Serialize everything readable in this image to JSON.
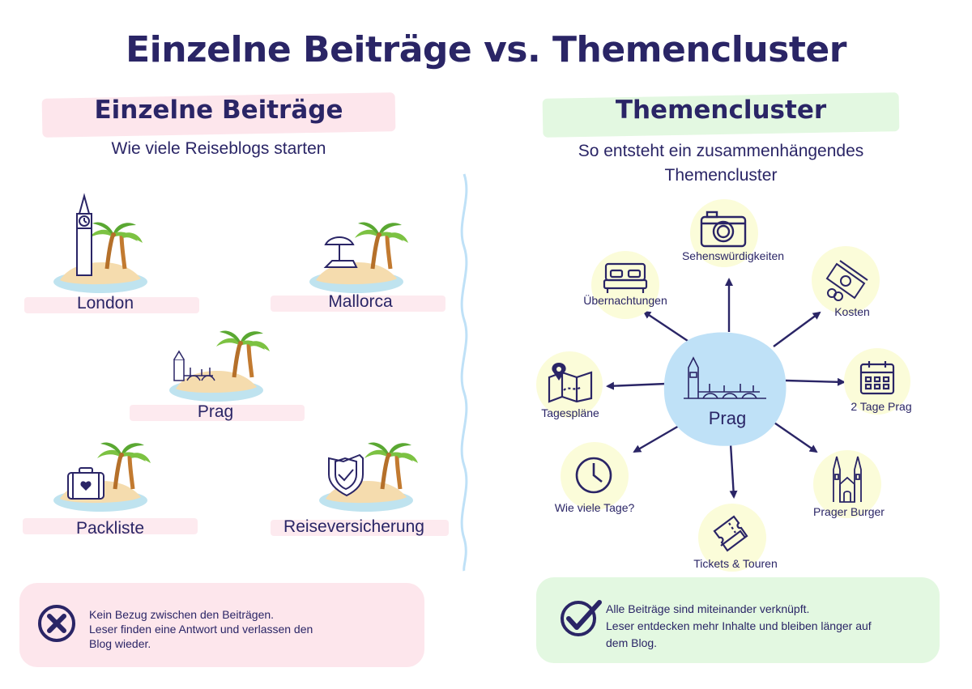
{
  "title": "Einzelne Beiträge vs. Themencluster",
  "left": {
    "heading": "Einzelne Beiträge",
    "subtitle": "Wie viele Reiseblogs starten",
    "islands": [
      {
        "label": "London",
        "icon": "big-ben-icon"
      },
      {
        "label": "Mallorca",
        "icon": "beach-chair-icon"
      },
      {
        "label": "Prag",
        "icon": "prague-bridge-icon"
      },
      {
        "label": "Packliste",
        "icon": "suitcase-icon"
      },
      {
        "label": "Reiseversicherung",
        "icon": "shield-check-icon"
      }
    ],
    "summary_line1": "Kein Bezug zwischen den Beiträgen.",
    "summary_line2": "Leser finden eine Antwort und verlassen den",
    "summary_line3": "Blog wieder.",
    "summary_icon": "x-circle-icon"
  },
  "right": {
    "heading": "Themencluster",
    "subtitle_line1": "So entsteht ein zusammenhängendes",
    "subtitle_line2": "Themencluster",
    "center": {
      "label": "Prag",
      "icon": "prague-skyline-icon"
    },
    "nodes": [
      {
        "label": "Sehenswürdigkeiten",
        "icon": "camera-icon"
      },
      {
        "label": "Kosten",
        "icon": "money-icon"
      },
      {
        "label": "2 Tage Prag",
        "icon": "calendar-icon"
      },
      {
        "label": "Prager Burger",
        "icon": "church-icon"
      },
      {
        "label": "Tickets & Touren",
        "icon": "ticket-icon"
      },
      {
        "label": "Wie viele Tage?",
        "icon": "clock-icon"
      },
      {
        "label": "Tagespläne",
        "icon": "map-icon"
      },
      {
        "label": "Übernachtungen",
        "icon": "bed-icon"
      }
    ],
    "summary_line1": "Alle Beiträge sind miteinander verknüpft.",
    "summary_line2": "Leser entdecken mehr Inhalte und bleiben länger auf",
    "summary_line3": "dem Blog.",
    "summary_icon": "check-circle-icon"
  },
  "colors": {
    "text": "#2a2566",
    "pink": "#fde6ec",
    "green": "#e3f8e1",
    "blue_blob": "#bfe1f7",
    "node_circle": "#fbfcd9",
    "sand": "#f5dcae",
    "water": "#bfe3ef",
    "palm_green": "#7cc242",
    "trunk": "#b5702a"
  }
}
